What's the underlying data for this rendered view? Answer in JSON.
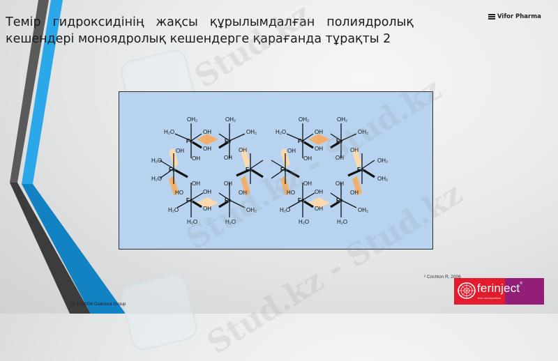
{
  "slide": {
    "title": "Темір гидроксидінің жақсы құрылымдалған полиядролық кешендері моноядролық кешендерге қарағанда тұрақты 2",
    "brand": {
      "label": "Vifor Pharma",
      "icon": "three-bars-logo-icon"
    },
    "figure": {
      "description": "Polynuclear iron hydroxide complex structure: two hexagonal rings of six Fe centers bridged by OH groups, with H2O / OH2 ligands",
      "labels": {
        "fe": "Fe",
        "oh": "OH",
        "h2o": "H₂O",
        "oh2": "OH₂",
        "ho": "HO"
      },
      "colors": {
        "background": "#b8d3ef",
        "bridge_dark": "#f0b070",
        "bridge_light": "#fbd9b0"
      }
    },
    "footnote": "² Crichton R, 2006",
    "copyright": "© 10/2008 Galenica Group",
    "product_logo": {
      "name": "ferinject",
      "registered": "®",
      "subtitle": "ferric carboxymaltose",
      "colors": {
        "left": "#e31c2d",
        "right": "#931e78"
      }
    },
    "watermark": {
      "text": "Stud.kz",
      "text_long": "Stud.kz - Stud.kz"
    },
    "accent_colors": {
      "stripe_dark": "#555555",
      "stripe_blue": "#29a8e8",
      "stripe_blue_shadow": "#0f80c0"
    }
  }
}
